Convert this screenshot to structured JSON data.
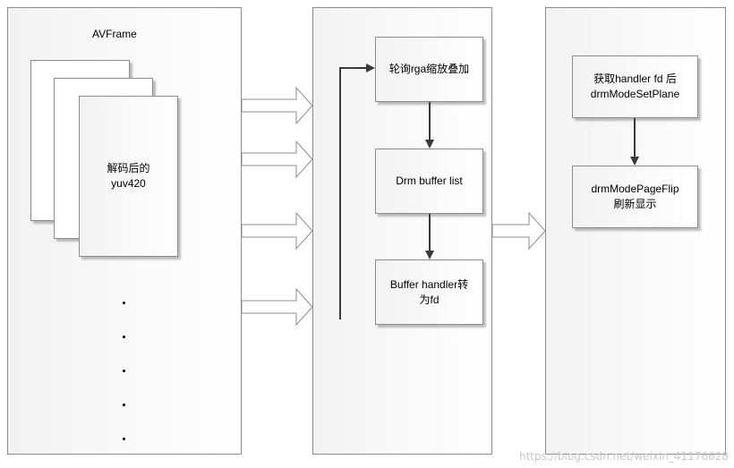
{
  "left_panel": {
    "title": "AVFrame",
    "decoded_frame_label": "解码后的\nyuv420"
  },
  "middle_panel": {
    "steps": [
      "轮询rga缩放叠加",
      "Drm buffer list",
      "Buffer handler转\n为fd"
    ]
  },
  "right_panel": {
    "steps": [
      "获取handler fd 后\ndrmModeSetPlane",
      "drmModePageFlip\n刷新显示"
    ]
  },
  "watermark": "https://blog.csdn.net/weixin_41176628"
}
